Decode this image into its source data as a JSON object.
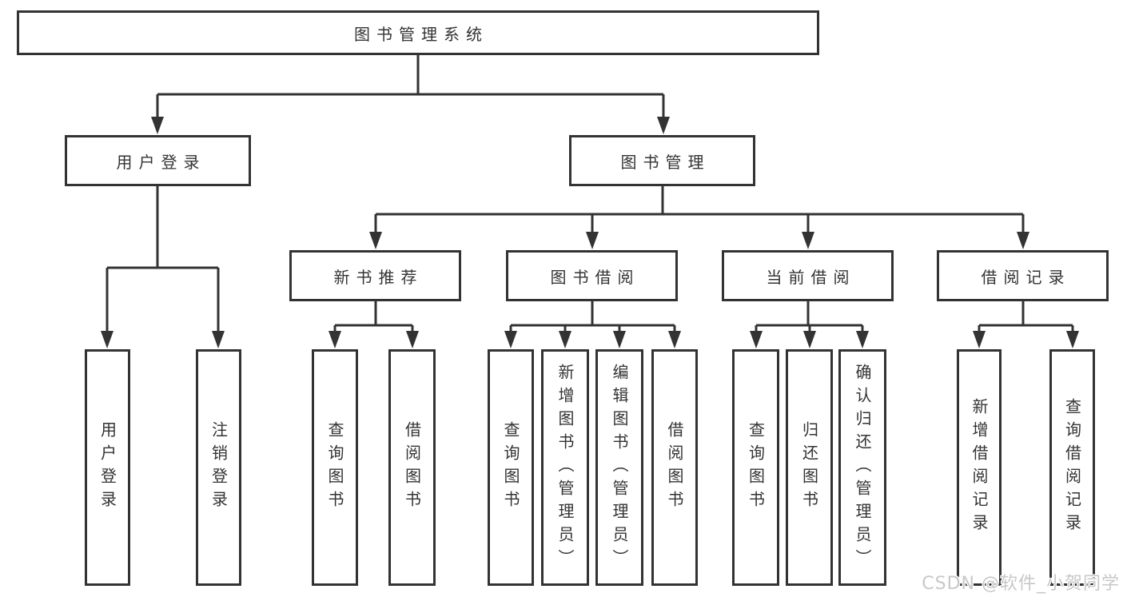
{
  "diagram_title": "图书管理系统",
  "tree": {
    "root": {
      "label": "图书管理系统"
    },
    "branches": [
      {
        "label": "用户登录",
        "children": [
          "用户登录",
          "注销登录"
        ]
      },
      {
        "label": "图书管理",
        "sections": [
          {
            "label": "新书推荐",
            "children": [
              "查询图书",
              "借阅图书"
            ]
          },
          {
            "label": "图书借阅",
            "children": [
              "查询图书",
              "新增图书（管理员）",
              "编辑图书（管理员）",
              "借阅图书"
            ]
          },
          {
            "label": "当前借阅",
            "children": [
              "查询图书",
              "归还图书",
              "确认归还（管理员）"
            ]
          },
          {
            "label": "借阅记录",
            "children": [
              "新增借阅记录",
              "查询借阅记录"
            ]
          }
        ]
      }
    ]
  },
  "watermark": "CSDN @软件_小贺同学",
  "colors": {
    "background": "#ffffff",
    "line": "#333333",
    "box_border": "#333333",
    "text": "#333333",
    "watermark": "#c8c8c8"
  }
}
